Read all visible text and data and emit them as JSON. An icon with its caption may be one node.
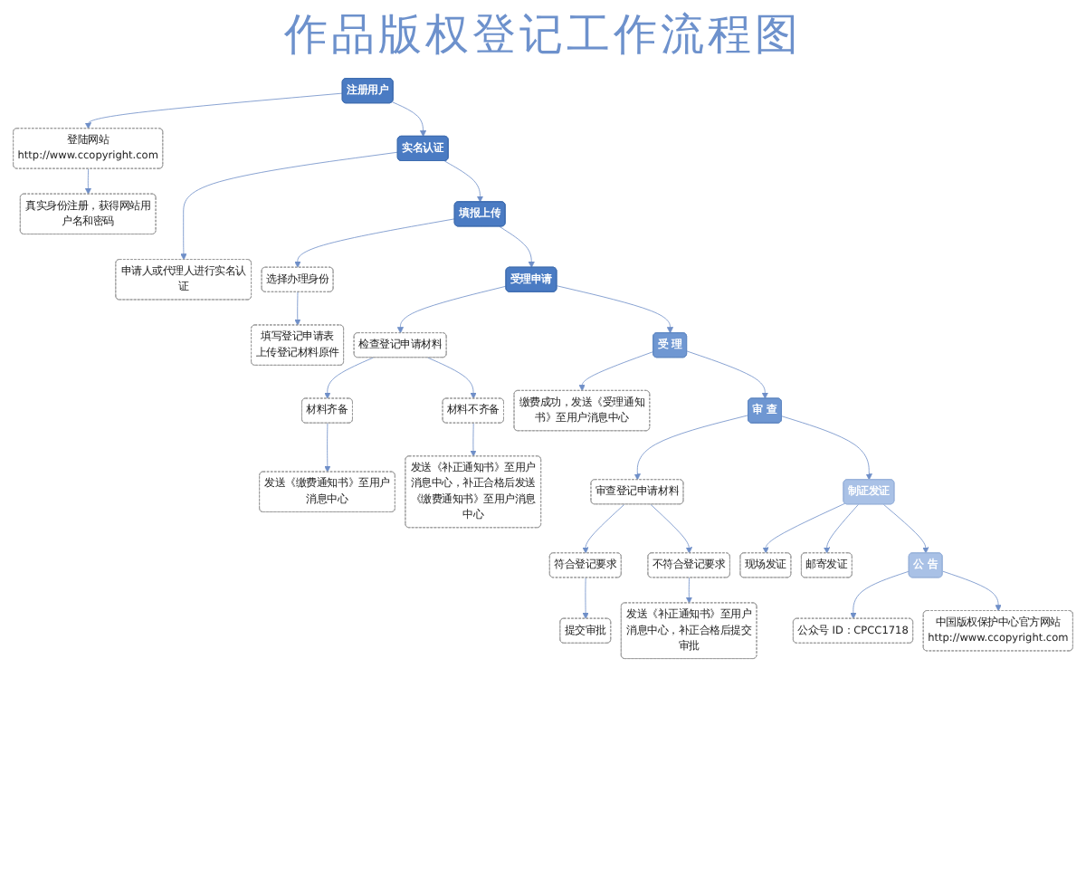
{
  "diagram": {
    "title": "作品版权登记工作流程图",
    "nodes": [
      {
        "text": [
          "注册用户"
        ]
      },
      {
        "text": [
          "登陆网站",
          "http://www.ccopyright.com"
        ]
      },
      {
        "text": [
          "真实身份注册，获得网站用户名和密码"
        ]
      },
      {
        "text": [
          "实名认证"
        ]
      },
      {
        "text": [
          "申请人或代理人进行实名认证"
        ]
      },
      {
        "text": [
          "填报上传"
        ]
      },
      {
        "text": [
          "选择办理身份"
        ]
      },
      {
        "text": [
          "填写登记申请表",
          "上传登记材料原件"
        ]
      },
      {
        "text": [
          "受理申请"
        ]
      },
      {
        "text": [
          "检查登记申请材料"
        ]
      },
      {
        "text": [
          "材料齐备"
        ]
      },
      {
        "text": [
          "发送《缴费通知书》至用户消息中心"
        ]
      },
      {
        "text": [
          "材料不齐备"
        ]
      },
      {
        "text": [
          "发送《补正通知书》至用户消息中心，补正合格后发送《缴费通知书》至用户消息中心"
        ]
      },
      {
        "text": [
          "受 理"
        ]
      },
      {
        "text": [
          "缴费成功，发送《受理通知书》至用户消息中心"
        ]
      },
      {
        "text": [
          "审 查"
        ]
      },
      {
        "text": [
          "审查登记申请材料"
        ]
      },
      {
        "text": [
          "符合登记要求"
        ]
      },
      {
        "text": [
          "提交审批"
        ]
      },
      {
        "text": [
          "不符合登记要求"
        ]
      },
      {
        "text": [
          "发送《补正通知书》至用户消息中心，补正合格后提交审批"
        ]
      },
      {
        "text": [
          "制证发证"
        ]
      },
      {
        "text": [
          "现场发证"
        ]
      },
      {
        "text": [
          "邮寄发证"
        ]
      },
      {
        "text": [
          "公 告"
        ]
      },
      {
        "text": [
          "公众号 ID：CPCC1718"
        ]
      },
      {
        "text": [
          "中国版权保护中心官方网站",
          "http://www.ccopyright.com"
        ]
      }
    ],
    "edges": [
      {
        "from": 0,
        "to": 1,
        "arrow": "to"
      },
      {
        "from": 1,
        "to": 2,
        "arrow": "to"
      },
      {
        "from": 0,
        "to": 3,
        "arrow": "to"
      },
      {
        "from": 3,
        "to": 4,
        "arrow": "to"
      },
      {
        "from": 3,
        "to": 5,
        "arrow": "to"
      },
      {
        "from": 5,
        "to": 6,
        "arrow": "to"
      },
      {
        "from": 6,
        "to": 7,
        "arrow": "to"
      },
      {
        "from": 5,
        "to": 8,
        "arrow": "to"
      },
      {
        "from": 8,
        "to": 9,
        "arrow": "to"
      },
      {
        "from": 9,
        "to": 10,
        "arrow": "to"
      },
      {
        "from": 10,
        "to": 11,
        "arrow": "to"
      },
      {
        "from": 9,
        "to": 12,
        "arrow": "to"
      },
      {
        "from": 12,
        "to": 13,
        "arrow": "to"
      },
      {
        "from": 8,
        "to": 14,
        "arrow": "to"
      },
      {
        "from": 14,
        "to": 15,
        "arrow": "to"
      },
      {
        "from": 14,
        "to": 16,
        "arrow": "to"
      },
      {
        "from": 16,
        "to": 17,
        "arrow": "to"
      },
      {
        "from": 17,
        "to": 18,
        "arrow": "to"
      },
      {
        "from": 18,
        "to": 19,
        "arrow": "to"
      },
      {
        "from": 17,
        "to": 20,
        "arrow": "to"
      },
      {
        "from": 20,
        "to": 21,
        "arrow": "to"
      },
      {
        "from": 16,
        "to": 22,
        "arrow": "to"
      },
      {
        "from": 22,
        "to": 23,
        "arrow": "to"
      },
      {
        "from": 22,
        "to": 24,
        "arrow": "to"
      },
      {
        "from": 22,
        "to": 25,
        "arrow": "to"
      },
      {
        "from": 25,
        "to": 26,
        "arrow": "to"
      },
      {
        "from": 25,
        "to": 27,
        "arrow": "to"
      }
    ]
  }
}
